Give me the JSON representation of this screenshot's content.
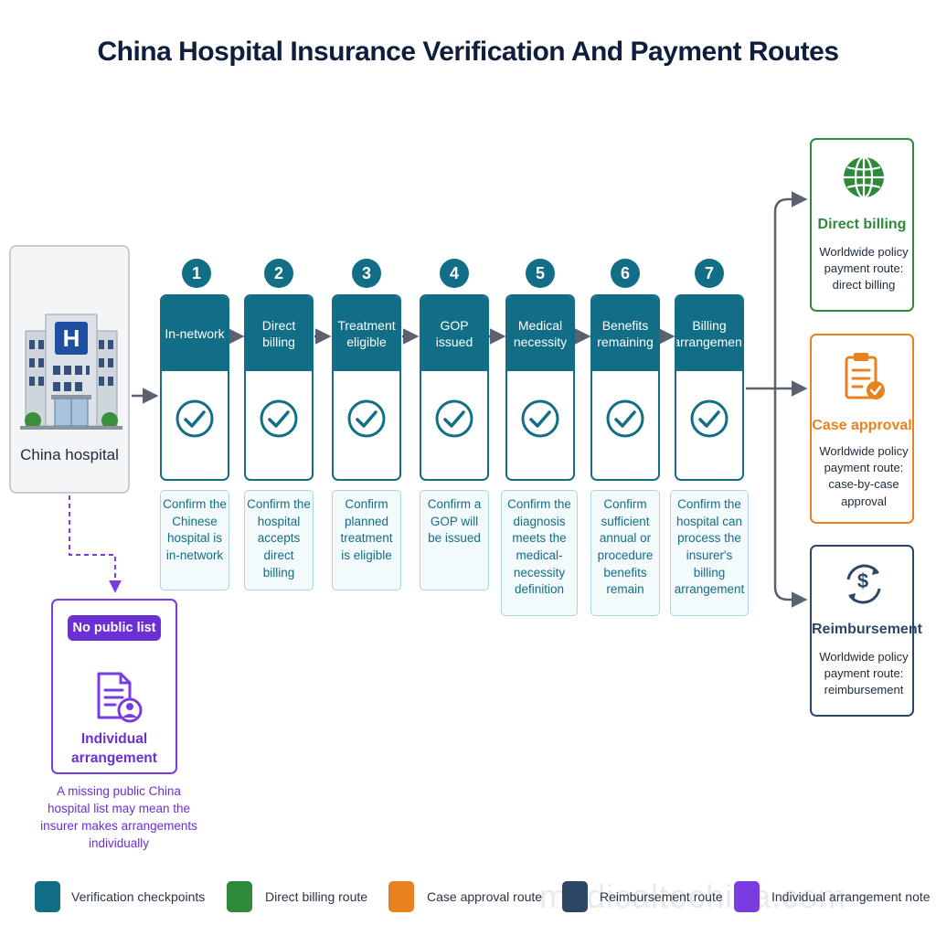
{
  "title": "China Hospital Insurance Verification And Payment Routes",
  "hospital": {
    "label": "China hospital",
    "sign": "H"
  },
  "steps": [
    {
      "num": "1",
      "label": "In-network",
      "desc": "Confirm the Chinese hospital is in-network"
    },
    {
      "num": "2",
      "label": "Direct billing",
      "desc": "Confirm the hospital accepts direct billing"
    },
    {
      "num": "3",
      "label": "Treatment eligible",
      "desc": "Confirm planned treatment is eligible"
    },
    {
      "num": "4",
      "label": "GOP issued",
      "desc": "Confirm a GOP will be issued"
    },
    {
      "num": "5",
      "label": "Medical necessity",
      "desc": "Confirm the diagnosis meets the medical-necessity definition"
    },
    {
      "num": "6",
      "label": "Benefits remaining",
      "desc": "Confirm sufficient annual or procedure benefits remain"
    },
    {
      "num": "7",
      "label": "Billing arrangement",
      "desc": "Confirm the hospital can process the insurer's billing arrangement"
    }
  ],
  "routes": [
    {
      "title": "Direct billing",
      "desc": "Worldwide policy payment route: direct billing",
      "color": "#2e8a3a"
    },
    {
      "title": "Case approval",
      "desc": "Worldwide policy payment route: case-by-case approval",
      "color": "#e8821e"
    },
    {
      "title": "Reimbursement",
      "desc": "Worldwide policy payment route: reimbursement",
      "color": "#2c4766"
    }
  ],
  "individual": {
    "pill": "No public list",
    "title": "Individual arrangement",
    "note": "A missing public China hospital list may mean the insurer makes arrangements individually"
  },
  "legend": [
    {
      "label": "Verification checkpoints",
      "color": "#126e86"
    },
    {
      "label": "Direct billing route",
      "color": "#2e8a3a"
    },
    {
      "label": "Case approval route",
      "color": "#e8821e"
    },
    {
      "label": "Reimbursement route",
      "color": "#2c4766"
    },
    {
      "label": "Individual arrangement note",
      "color": "#7a3be0"
    }
  ],
  "watermark": "medicaltochina.com"
}
